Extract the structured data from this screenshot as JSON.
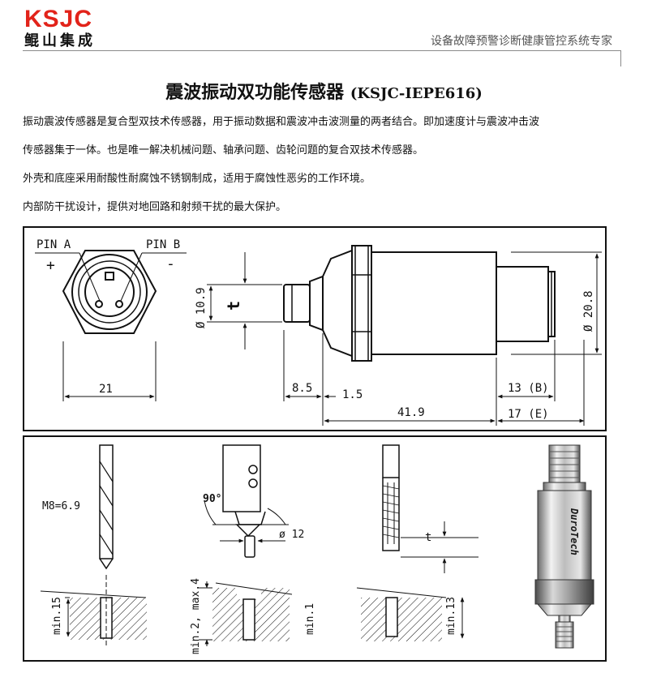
{
  "header": {
    "logo_text": "KSJC",
    "logo_subtext": "鲲山集成",
    "tagline": "设备故障预警诊断健康管控系统专家"
  },
  "title": {
    "main": "震波振动双功能传感器",
    "model": "(KSJC-IEPE616)"
  },
  "paragraphs": [
    "振动震波传感器是复合型双技术传感器，用于振动数据和震波冲击波测量的两者结合。即加速度计与震波冲击波",
    "传感器集于一体。也是唯一解决机械问题、轴承问题、齿轮问题的复合双技术传感器。",
    "外壳和底座采用耐酸性耐腐蚀不锈钢制成，适用于腐蚀性恶劣的工作环境。",
    "内部防干扰设计，提供对地回路和射频干扰的最大保护。"
  ],
  "dimension_drawing": {
    "pin_a": "PIN A",
    "pin_b": "PIN B",
    "plus": "+",
    "minus": "-",
    "width_21": "21",
    "dia_10_9": "Ø 10.9",
    "t": "t",
    "dia_20_8": "Ø 20.8",
    "len_8_5": "8.5",
    "len_1_5": "1.5",
    "len_41_9": "41.9",
    "len_13_b": "13 (B)",
    "len_17_e": "17 (E)"
  },
  "mounting_drawing": {
    "drill": "M8=6.9",
    "angle": "90°",
    "dia_12": "ø 12",
    "t": "t",
    "min_15": "min.15",
    "min_2_max_4": "min.2, max.4",
    "min_1": "min.1",
    "min_13": "min.13",
    "brand": "DuroTech"
  },
  "colors": {
    "logo_red": "#e2231a",
    "line": "#111111",
    "steel_light": "#e6e6e6",
    "steel_dark": "#6b6b6b"
  }
}
